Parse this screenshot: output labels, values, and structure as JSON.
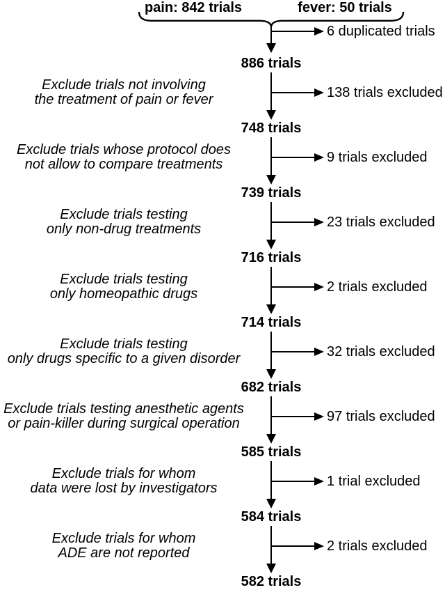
{
  "header": {
    "sources": {
      "pain": "pain: 842 trials",
      "fever": "fever: 50 trials"
    },
    "duplicates_note": "6 duplicated trials"
  },
  "stages": [
    {
      "node": "886 trials",
      "reason_line1": "Exclude trials not involving",
      "reason_line2": "the treatment of pain or fever",
      "excluded": "138 trials excluded"
    },
    {
      "node": "748 trials",
      "reason_line1": "Exclude trials whose protocol does",
      "reason_line2": "not allow to compare treatments",
      "excluded": "9 trials excluded"
    },
    {
      "node": "739 trials",
      "reason_line1": "Exclude trials testing",
      "reason_line2": "only non-drug treatments",
      "excluded": "23 trials excluded"
    },
    {
      "node": "716 trials",
      "reason_line1": "Exclude trials testing",
      "reason_line2": "only homeopathic drugs",
      "excluded": "2 trials excluded"
    },
    {
      "node": "714 trials",
      "reason_line1": "Exclude trials testing",
      "reason_line2": "only drugs specific to a given disorder",
      "excluded": "32 trials excluded"
    },
    {
      "node": "682 trials",
      "reason_line1": "Exclude trials testing anesthetic agents",
      "reason_line2": "or pain-killer during surgical operation",
      "excluded": "97 trials excluded"
    },
    {
      "node": "585 trials",
      "reason_line1": "Exclude trials for whom",
      "reason_line2": "data were lost by investigators",
      "excluded": "1 trial excluded"
    },
    {
      "node": "584 trials",
      "reason_line1": "Exclude trials for whom",
      "reason_line2": "ADE are not reported",
      "excluded": "2 trials excluded"
    }
  ],
  "final_node": "582 trials",
  "colors": {
    "line": "#000000",
    "text": "#000000",
    "background": "#ffffff"
  }
}
